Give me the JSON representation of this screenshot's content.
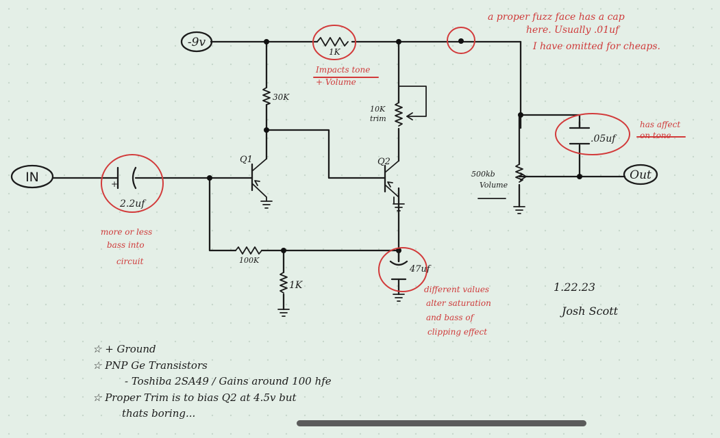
{
  "terminals": {
    "supply": "-9v",
    "input": "IN",
    "output": "Out"
  },
  "components": {
    "r_top": "1K",
    "r_collector_q1": "30K",
    "trim": [
      "10K",
      "trim"
    ],
    "q1": "Q1",
    "q2": "Q2",
    "c_in_polarity": "+",
    "c_in": "2.2uf",
    "r_fb": "100K",
    "r_bias": "1K",
    "c_bypass": "47uf",
    "c_tone": ".05uf",
    "pot": [
      "500kb",
      "Volume"
    ]
  },
  "annotations": {
    "r_top_note": [
      "Impacts tone",
      "+ Volume"
    ],
    "cap_note": [
      "a proper fuzz face has a cap",
      "here. Usually .01uf",
      "I have omitted for cheaps."
    ],
    "c_tone_note": [
      "has affect",
      "on tone"
    ],
    "c_in_note": [
      "more or less",
      "bass into",
      "circuit"
    ],
    "c_bypass_note": [
      "different values",
      "alter saturation",
      "and bass of",
      "clipping effect"
    ]
  },
  "signature": {
    "date": "1.22.23",
    "name": "Josh Scott"
  },
  "notes": [
    "☆ + Ground",
    "☆ PNP Ge Transistors",
    "- Toshiba 2SA49 / Gains around 100 hfe",
    "☆ Proper Trim is to bias Q2 at 4.5v but",
    "thats boring..."
  ],
  "colors": {
    "paper": "#e4efe7",
    "grid_dots": "#c7d7cb",
    "ink": "#1b1b1b",
    "annotation_red": "#cf3b3b"
  }
}
